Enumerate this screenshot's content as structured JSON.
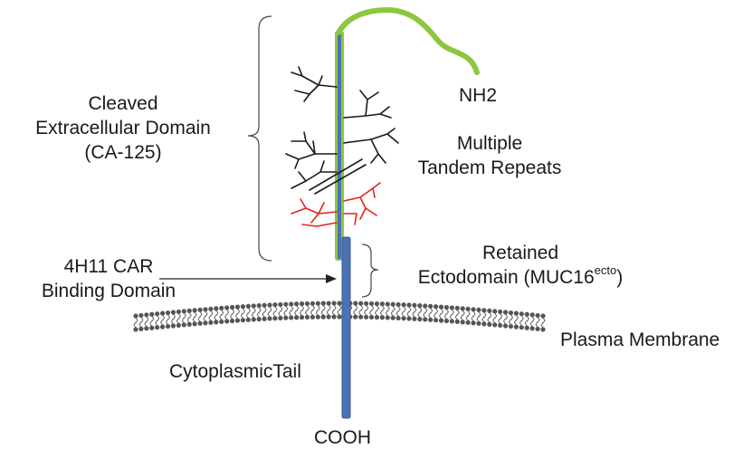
{
  "labels": {
    "nh2": "NH2",
    "cleaved_1": "Cleaved",
    "cleaved_2": "Extracellular Domain",
    "cleaved_3": "(CA-125)",
    "repeats_1": "Multiple",
    "repeats_2": "Tandem Repeats",
    "car_1": "4H11 CAR",
    "car_2": "Binding Domain",
    "retained_1": "Retained",
    "retained_2": "Ectodomain (MUC16",
    "retained_sup": "ecto",
    "retained_close": ")",
    "membrane": "Plasma Membrane",
    "cytoplasmic": "CytoplasmicTail",
    "cooh": "COOH"
  },
  "colors": {
    "nh2_chain": "#8dc63f",
    "core_protein": "#4a72b4",
    "glycan_black": "#1a1a1a",
    "glycan_red": "#e2231a",
    "membrane": "#555555",
    "text": "#1a1a1a"
  }
}
